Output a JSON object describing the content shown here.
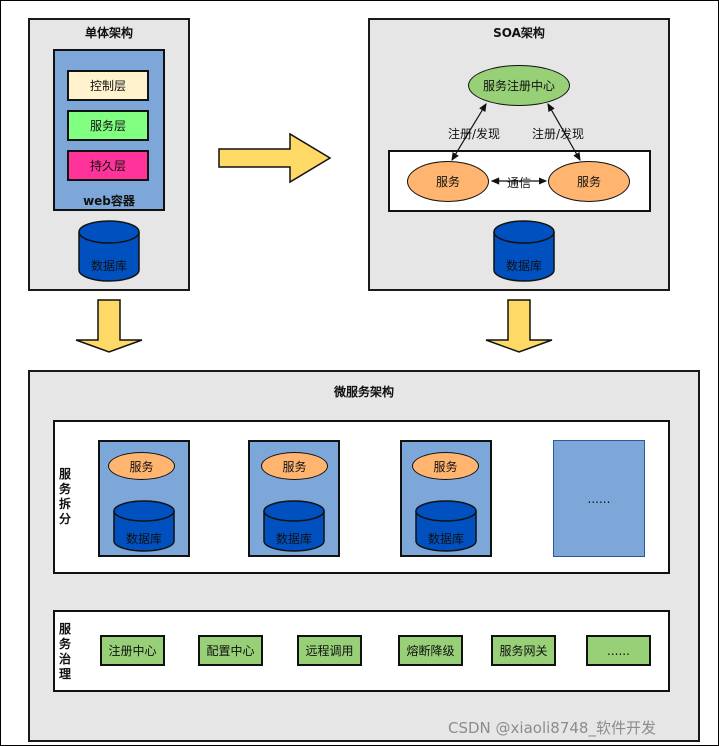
{
  "monolith": {
    "title": "单体架构",
    "layers": [
      "控制层",
      "服务层",
      "持久层"
    ],
    "container": "web容器",
    "database": "数据库"
  },
  "soa": {
    "title": "SOA架构",
    "registry": "服务注册中心",
    "register_left": "注册/发现",
    "register_right": "注册/发现",
    "service_left": "服务",
    "service_right": "服务",
    "communication": "通信",
    "database": "数据库"
  },
  "micro": {
    "title": "微服务架构",
    "split_label": "服务拆分",
    "services": [
      {
        "service": "服务",
        "database": "数据库"
      },
      {
        "service": "服务",
        "database": "数据库"
      },
      {
        "service": "服务",
        "database": "数据库"
      }
    ],
    "more_services": "......",
    "governance_label": "服务治理",
    "governance_items": [
      "注册中心",
      "配置中心",
      "远程调用",
      "熔断降级",
      "服务网关",
      "......"
    ]
  },
  "watermark": "CSDN @xiaoli8748_软件开发",
  "colors": {
    "panel": "#e6e6e6",
    "blue": "#7da7d9",
    "green": "#97d077",
    "orange": "#ffb570",
    "yellow_arrow": "#ffd966",
    "db_blue": "#0050c0",
    "layer_control": "#fff2cc",
    "layer_service": "#80ff80",
    "layer_persist": "#ff3399"
  }
}
